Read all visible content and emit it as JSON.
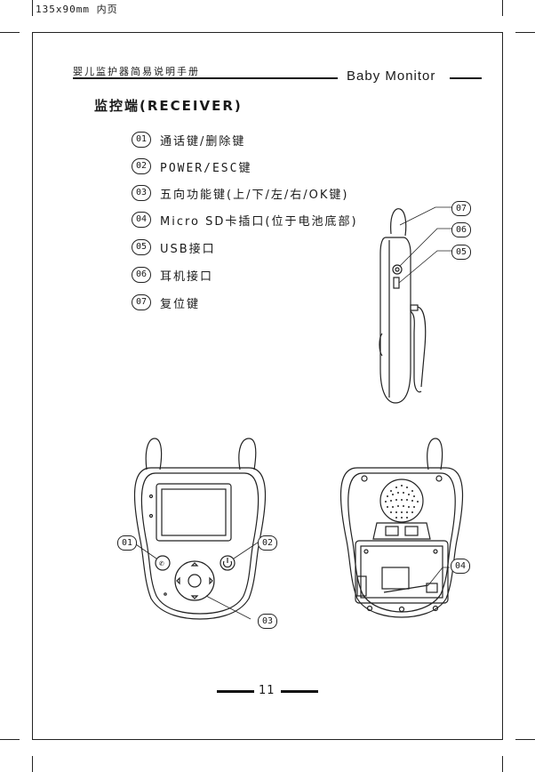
{
  "top_note": "135x90mm  内页",
  "header": {
    "title_cn": "婴儿监护器简易说明手册",
    "brand": "Baby Monitor"
  },
  "section_title": "监控端(RECEIVER)",
  "items": [
    {
      "num": "01",
      "label": "通话键/删除键"
    },
    {
      "num": "02",
      "label": "POWER/ESC键"
    },
    {
      "num": "03",
      "label": "五向功能键(上/下/左/右/OK键)"
    },
    {
      "num": "04",
      "label": "Micro SD卡插口(位于电池底部)"
    },
    {
      "num": "05",
      "label": "USB接口"
    },
    {
      "num": "06",
      "label": "耳机接口"
    },
    {
      "num": "07",
      "label": "复位键"
    }
  ],
  "callouts": {
    "side": [
      "07",
      "06",
      "05"
    ],
    "front_left": "01",
    "front_right": "02",
    "front_bottom": "03",
    "back": "04"
  },
  "page_number": "11"
}
